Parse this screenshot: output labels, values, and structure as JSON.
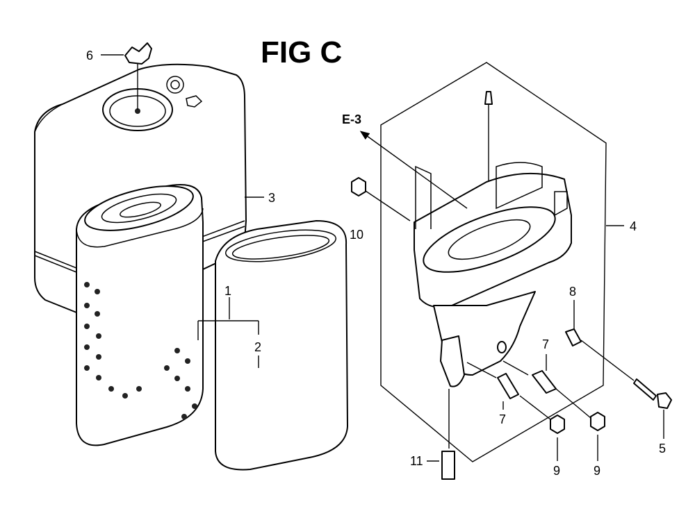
{
  "figure": {
    "title": "FIG C",
    "reference": "E-3"
  },
  "callouts": [
    {
      "id": "1",
      "label": "1"
    },
    {
      "id": "2",
      "label": "2"
    },
    {
      "id": "3",
      "label": "3"
    },
    {
      "id": "4",
      "label": "4"
    },
    {
      "id": "5",
      "label": "5"
    },
    {
      "id": "6",
      "label": "6"
    },
    {
      "id": "7a",
      "label": "7"
    },
    {
      "id": "7b",
      "label": "7"
    },
    {
      "id": "8",
      "label": "8"
    },
    {
      "id": "9a",
      "label": "9"
    },
    {
      "id": "9b",
      "label": "9"
    },
    {
      "id": "10",
      "label": "10"
    },
    {
      "id": "11",
      "label": "11"
    }
  ]
}
